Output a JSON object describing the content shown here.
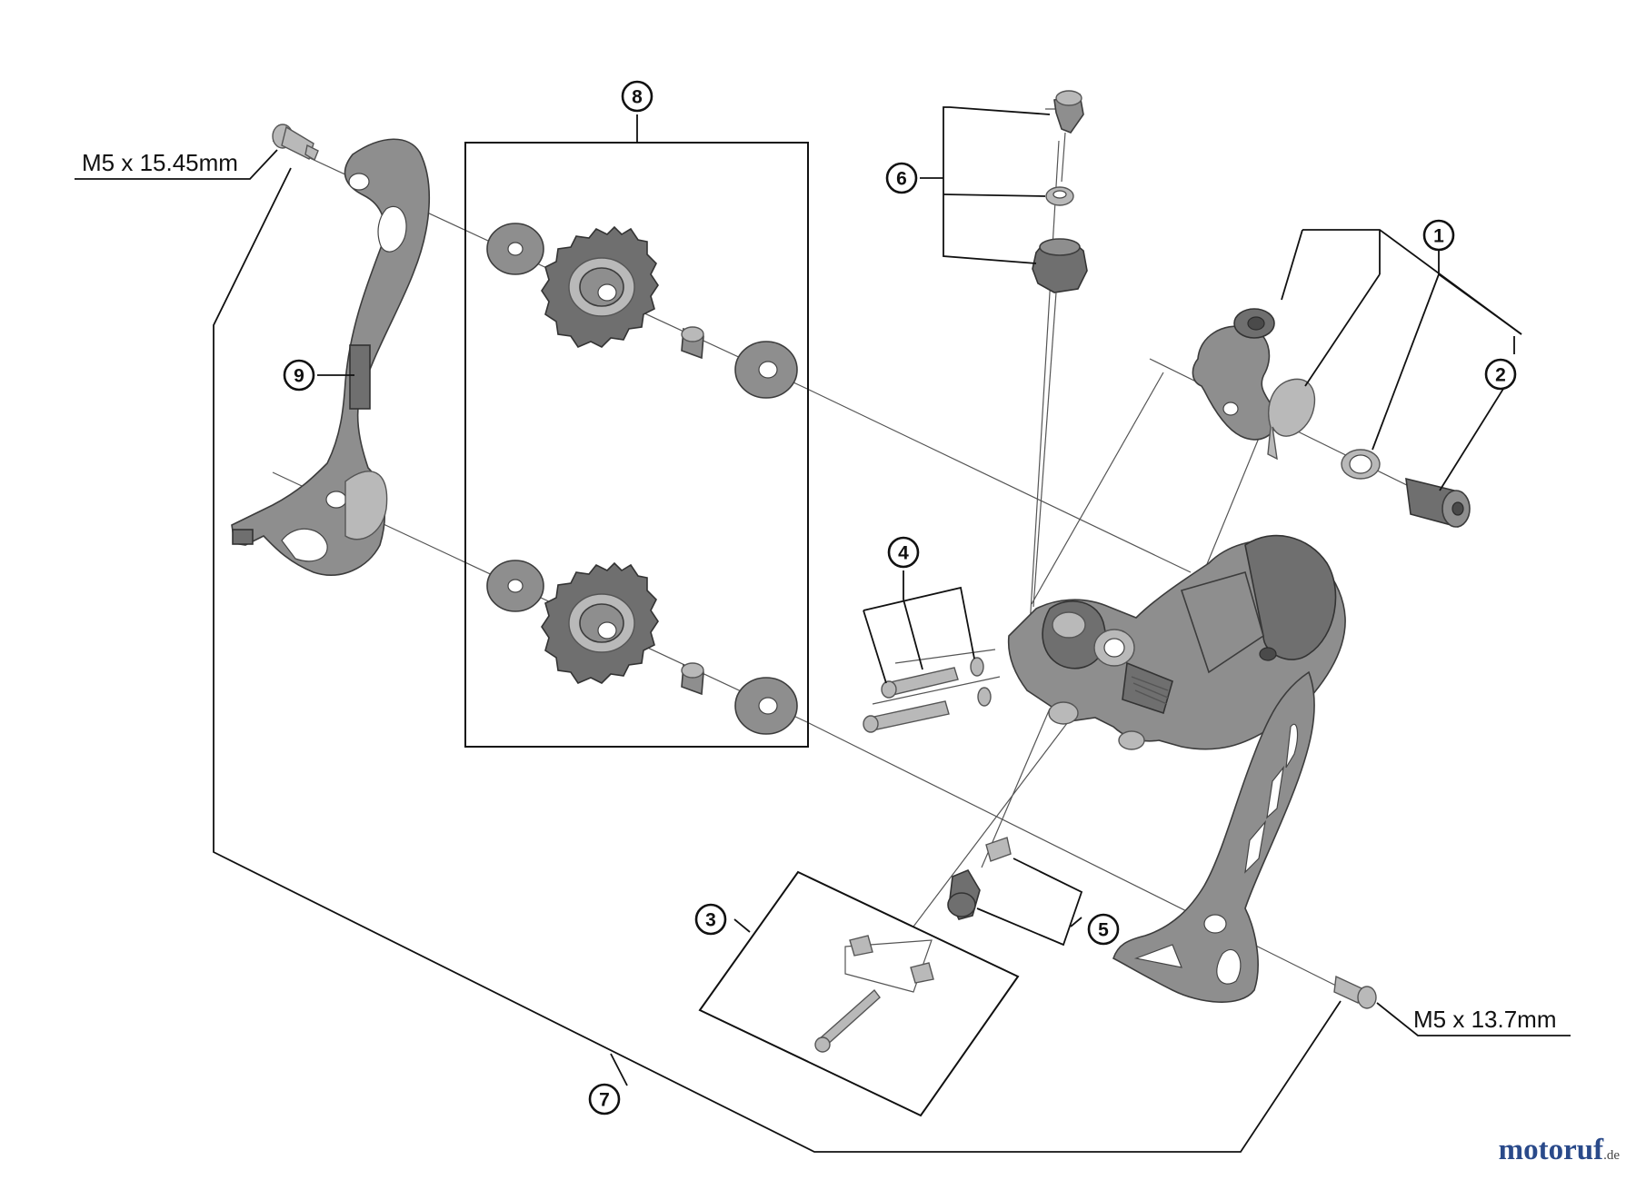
{
  "callouts": [
    {
      "id": "1",
      "label": "1"
    },
    {
      "id": "2",
      "label": "2"
    },
    {
      "id": "3",
      "label": "3"
    },
    {
      "id": "4",
      "label": "4"
    },
    {
      "id": "5",
      "label": "5"
    },
    {
      "id": "6",
      "label": "6"
    },
    {
      "id": "7",
      "label": "7"
    },
    {
      "id": "8",
      "label": "8"
    },
    {
      "id": "9",
      "label": "9"
    }
  ],
  "bolt_labels": {
    "top_left": "M5 x 15.45mm",
    "bottom_right": "M5 x 13.7mm"
  },
  "watermark": {
    "brand": "motoruf",
    "tld": ".de"
  }
}
